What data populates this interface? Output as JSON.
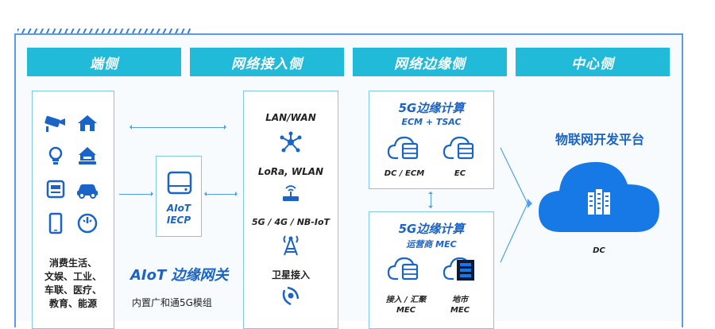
{
  "headers": [
    "端侧",
    "网络接入侧",
    "网络边缘侧",
    "中心侧"
  ],
  "device_side": {
    "icons": [
      "camera-icon",
      "house-icon",
      "bulb-icon",
      "smart-home-icon",
      "meter-icon",
      "car-icon",
      "phone-icon",
      "gauge-icon"
    ],
    "caption_lines": [
      "消费生活、",
      "文娱、工业、",
      "车联、医疗、",
      "教育、能源"
    ]
  },
  "gateway": {
    "module_line1": "AIoT",
    "module_line2": "IECP",
    "title": "AIoT 边缘网关",
    "subtitle": "内置广和通5G模组"
  },
  "network_access": {
    "items": [
      "LAN/WAN",
      "LoRa,  WLAN",
      "5G / 4G / NB-IoT",
      "卫星接入"
    ]
  },
  "edge_top": {
    "title": "5G边缘计算",
    "subtitle": "ECM + TSAC",
    "left_label": "DC / ECM",
    "right_label": "EC"
  },
  "edge_bottom": {
    "title": "5G边缘计算",
    "subtitle": "运营商 MEC",
    "left_label_1": "接入 / 汇聚",
    "left_label_2": "MEC",
    "right_label_1": "地市",
    "right_label_2": "MEC"
  },
  "center": {
    "title": "物联网开发平台",
    "cloud_label": "DC"
  },
  "colors": {
    "header_bg": "#22bad9",
    "accent_blue": "#1a63c7",
    "cloud_blue": "#1779e6",
    "line_blue": "#4fa0e8"
  }
}
